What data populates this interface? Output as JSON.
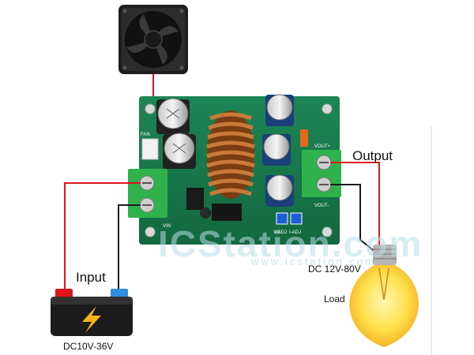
{
  "labels": {
    "output": "Output",
    "input": "Input",
    "output_voltage": "DC 12V-80V",
    "load": "Load",
    "input_voltage": "DC10V-36V"
  },
  "watermark": {
    "main": "ICStation.com",
    "url": "www.icstation.com"
  },
  "board_text": {
    "vout_plus": "VOUT+",
    "vout_minus": "VOUT-",
    "fan": "FAN",
    "v_adj": "V-ADJ",
    "i_adj": "I-ADJ",
    "vin": "VIN"
  },
  "colors": {
    "pcb": "#17734a",
    "wire_positive": "#e0141c",
    "wire_negative": "#1a1a1a",
    "terminal": "#2fb24c",
    "battery_bolt": "#f6b419",
    "bulb_glow": "#ffe14d"
  },
  "icons": [
    "cooling-fan-icon",
    "battery-icon",
    "light-bulb-icon",
    "lightning-bolt-icon"
  ]
}
